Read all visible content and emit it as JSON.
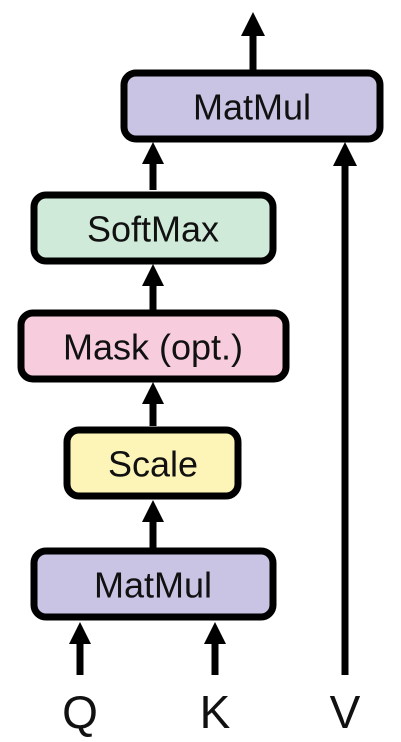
{
  "blocks": {
    "matmul_top": {
      "label": "MatMul",
      "color": "#c9c3e4"
    },
    "softmax": {
      "label": "SoftMax",
      "color": "#cfead8"
    },
    "mask": {
      "label": "Mask (opt.)",
      "color": "#f7cddd"
    },
    "scale": {
      "label": "Scale",
      "color": "#fdf5b8"
    },
    "matmul_bottom": {
      "label": "MatMul",
      "color": "#c9c3e4"
    }
  },
  "inputs": {
    "q": "Q",
    "k": "K",
    "v": "V"
  },
  "colors": {
    "stroke": "#000000",
    "text": "#111111"
  }
}
